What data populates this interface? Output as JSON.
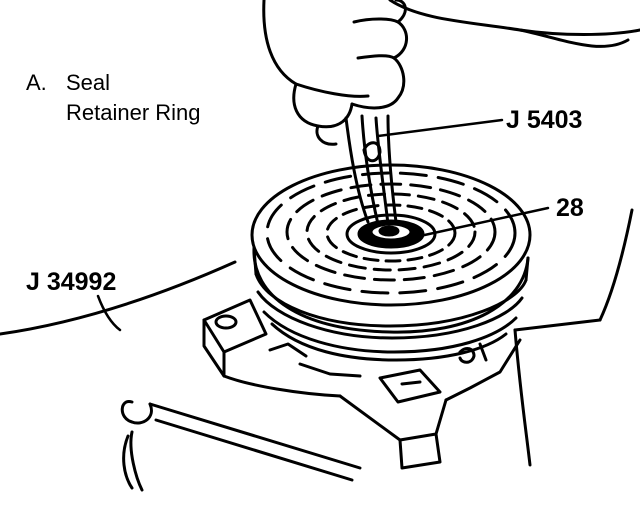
{
  "legend": {
    "letter": "A.",
    "line1": "Seal",
    "line2": "Retainer Ring"
  },
  "callouts": {
    "tool_j5403": "J 5403",
    "part_28": "28",
    "tool_j34992": "J 34992"
  },
  "colors": {
    "ink": "#000000",
    "paper": "#ffffff"
  }
}
